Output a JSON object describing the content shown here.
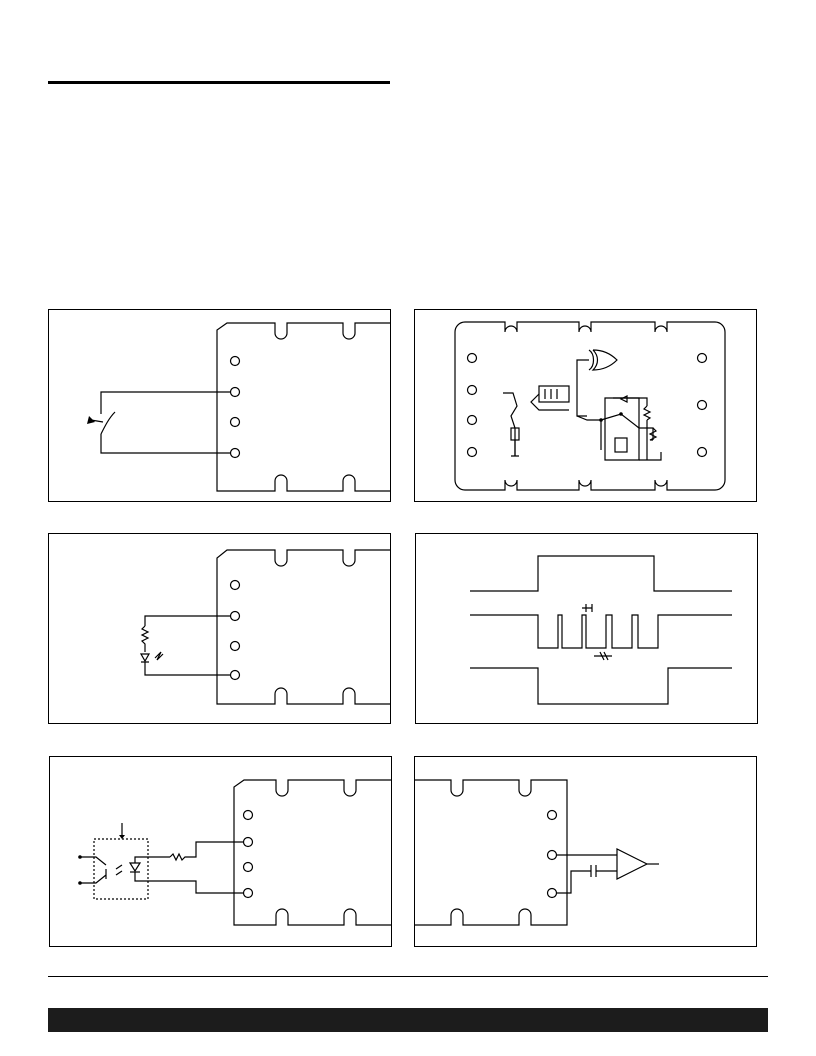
{
  "page": {
    "footer_text": ""
  },
  "colors": {
    "ink": "#000000",
    "footer_bar": "#1c1c1c"
  },
  "figures": [
    {
      "id": "switch-input"
    },
    {
      "id": "logic-gate-input"
    },
    {
      "id": "led-output"
    },
    {
      "id": "timing-diagram"
    },
    {
      "id": "optocoupler-input"
    },
    {
      "id": "amplifier-output"
    }
  ]
}
